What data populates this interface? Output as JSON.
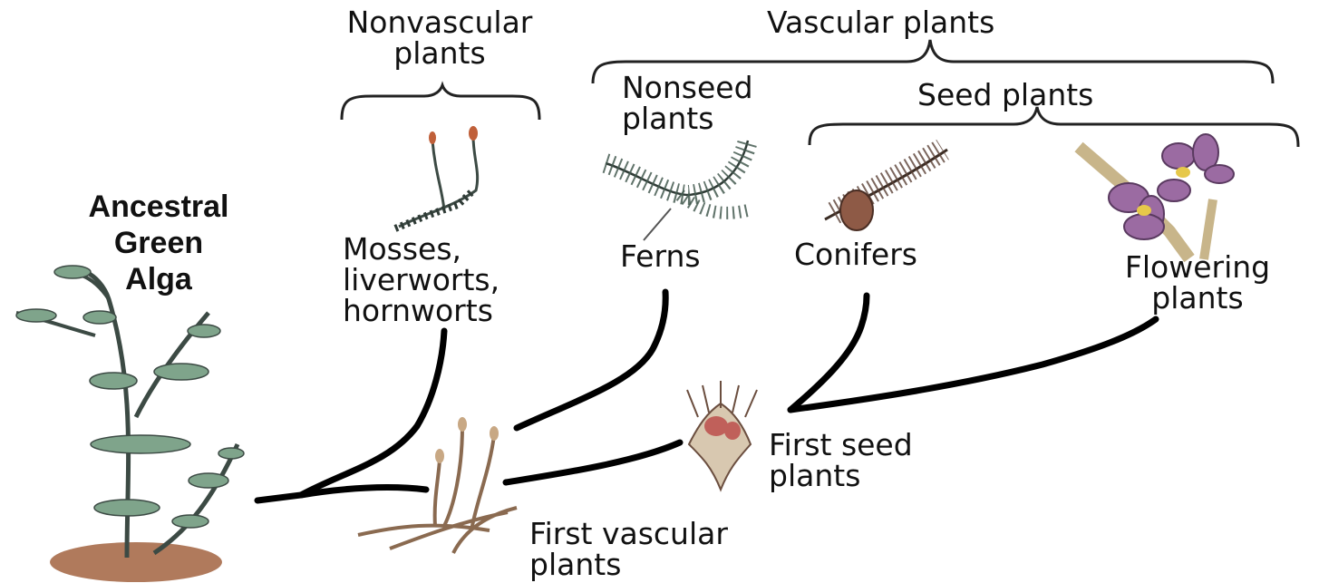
{
  "labels": {
    "nonvascular": [
      "Nonvascular",
      "plants"
    ],
    "vascular": "Vascular plants",
    "nonseed": [
      "Nonseed",
      "plants"
    ],
    "seed": "Seed plants",
    "ancestral": [
      "Ancestral",
      "Green",
      "Alga"
    ],
    "mosses": [
      "Mosses,",
      "liverworts,",
      "hornworts"
    ],
    "ferns": "Ferns",
    "conifers": "Conifers",
    "flowering": [
      "Flowering",
      "plants"
    ],
    "first_seed": [
      "First seed",
      "plants"
    ],
    "first_vascular": [
      "First vascular",
      "plants"
    ]
  },
  "colors": {
    "line": "#000000",
    "plant_green": "#6f8f6f",
    "stem_dark": "#3c4a44",
    "soil": "#b07a5c",
    "flower_purple": "#8a5a8e",
    "cone_brown": "#6d4a3a"
  },
  "icons": [
    "alga-illustration",
    "moss-illustration",
    "fern-illustration",
    "conifer-illustration",
    "flowering-plant-illustration",
    "first-seed-plant-illustration",
    "first-vascular-plant-illustration"
  ]
}
